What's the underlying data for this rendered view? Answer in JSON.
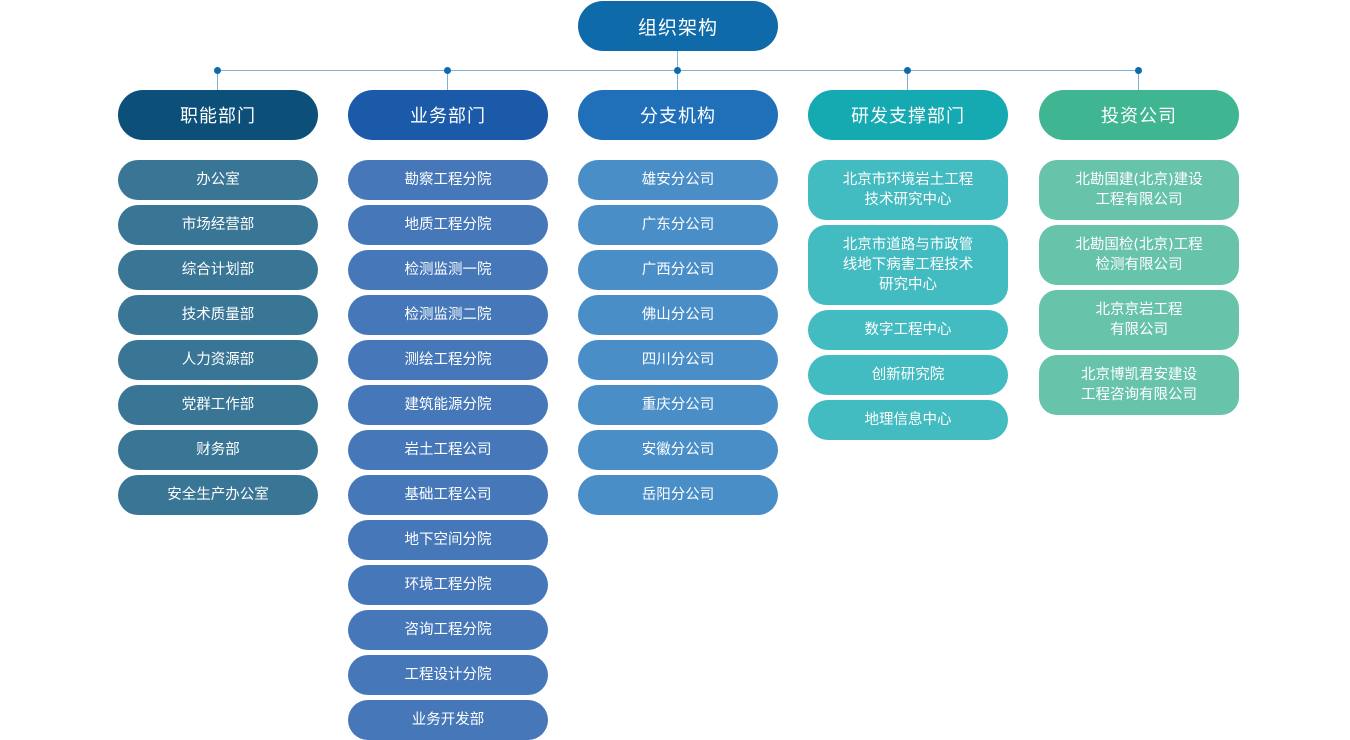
{
  "root": {
    "label": "组织架构",
    "color": "#0e6aa8"
  },
  "connector": {
    "line_color": "#7fb3d5",
    "dot_color": "#0e6aa8"
  },
  "columns": [
    {
      "key": "functional",
      "label": "职能部门",
      "head_color": "#0c5079",
      "item_color": "#397595",
      "items": [
        "办公室",
        "市场经营部",
        "综合计划部",
        "技术质量部",
        "人力资源部",
        "党群工作部",
        "财务部",
        "安全生产办公室"
      ]
    },
    {
      "key": "business",
      "label": "业务部门",
      "head_color": "#1a5aa8",
      "item_color": "#4577b9",
      "items": [
        "勘察工程分院",
        "地质工程分院",
        "检测监测一院",
        "检测监测二院",
        "测绘工程分院",
        "建筑能源分院",
        "岩土工程公司",
        "基础工程公司",
        "地下空间分院",
        "环境工程分院",
        "咨询工程分院",
        "工程设计分院",
        "业务开发部"
      ]
    },
    {
      "key": "branches",
      "label": "分支机构",
      "head_color": "#1f70b9",
      "item_color": "#4a8ec8",
      "items": [
        "雄安分公司",
        "广东分公司",
        "广西分公司",
        "佛山分公司",
        "四川分公司",
        "重庆分公司",
        "安徽分公司",
        "岳阳分公司"
      ]
    },
    {
      "key": "rnd",
      "label": "研发支撑部门",
      "head_color": "#15a9b1",
      "item_color": "#42bbc1",
      "items": [
        "北京市环境岩土工程\n技术研究中心",
        "北京市道路与市政管\n线地下病害工程技术\n研究中心",
        "数字工程中心",
        "创新研究院",
        "地理信息中心"
      ]
    },
    {
      "key": "investment",
      "label": "投资公司",
      "head_color": "#3fb592",
      "item_color": "#67c3aa",
      "items": [
        "北勘国建(北京)建设\n工程有限公司",
        "北勘国检(北京)工程\n检测有限公司",
        "北京京岩工程\n有限公司",
        "北京博凯君安建设\n工程咨询有限公司"
      ]
    }
  ]
}
